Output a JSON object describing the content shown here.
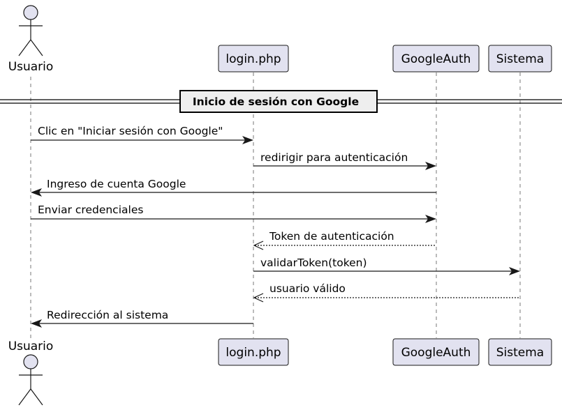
{
  "participants": {
    "usuario": "Usuario",
    "login": "login.php",
    "googleauth": "GoogleAuth",
    "sistema": "Sistema"
  },
  "divider": "Inicio de sesión con Google",
  "messages": [
    {
      "label": "Clic en \"Iniciar sesión con Google\"",
      "from": "Usuario",
      "to": "login.php",
      "style": "solid"
    },
    {
      "label": "redirigir para autenticación",
      "from": "login.php",
      "to": "GoogleAuth",
      "style": "solid"
    },
    {
      "label": "Ingreso de cuenta Google",
      "from": "GoogleAuth",
      "to": "Usuario",
      "style": "solid"
    },
    {
      "label": "Enviar credenciales",
      "from": "Usuario",
      "to": "GoogleAuth",
      "style": "solid"
    },
    {
      "label": "Token de autenticación",
      "from": "GoogleAuth",
      "to": "login.php",
      "style": "dashed"
    },
    {
      "label": "validarToken(token)",
      "from": "login.php",
      "to": "Sistema",
      "style": "solid"
    },
    {
      "label": "usuario válido",
      "from": "Sistema",
      "to": "login.php",
      "style": "dashed"
    },
    {
      "label": "Redirección al sistema",
      "from": "login.php",
      "to": "Usuario",
      "style": "solid"
    }
  ]
}
